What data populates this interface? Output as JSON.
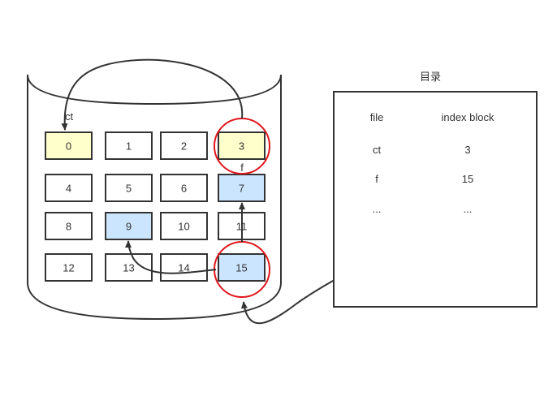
{
  "disk": {
    "label_ct": "ct",
    "label_f": "f",
    "blocks": [
      {
        "label": "0",
        "state": "ct"
      },
      {
        "label": "1",
        "state": "free"
      },
      {
        "label": "2",
        "state": "free"
      },
      {
        "label": "3",
        "state": "ct"
      },
      {
        "label": "4",
        "state": "free"
      },
      {
        "label": "5",
        "state": "free"
      },
      {
        "label": "6",
        "state": "free"
      },
      {
        "label": "7",
        "state": "f"
      },
      {
        "label": "8",
        "state": "free"
      },
      {
        "label": "9",
        "state": "f"
      },
      {
        "label": "10",
        "state": "free"
      },
      {
        "label": "11",
        "state": "free"
      },
      {
        "label": "12",
        "state": "free"
      },
      {
        "label": "13",
        "state": "free"
      },
      {
        "label": "14",
        "state": "free"
      },
      {
        "label": "15",
        "state": "f"
      }
    ],
    "highlighted_blocks": [
      "3",
      "15"
    ]
  },
  "directory": {
    "title": "目录",
    "header_file": "file",
    "header_index": "index block",
    "rows": [
      {
        "file": "ct",
        "index": "3"
      },
      {
        "file": "f",
        "index": "15"
      },
      {
        "file": "...",
        "index": "..."
      }
    ]
  },
  "colors": {
    "ct_fill": "#ffffcc",
    "f_fill": "#cce5ff",
    "free_fill": "#ffffff",
    "stroke": "#333333",
    "highlight": "#e0161b"
  }
}
